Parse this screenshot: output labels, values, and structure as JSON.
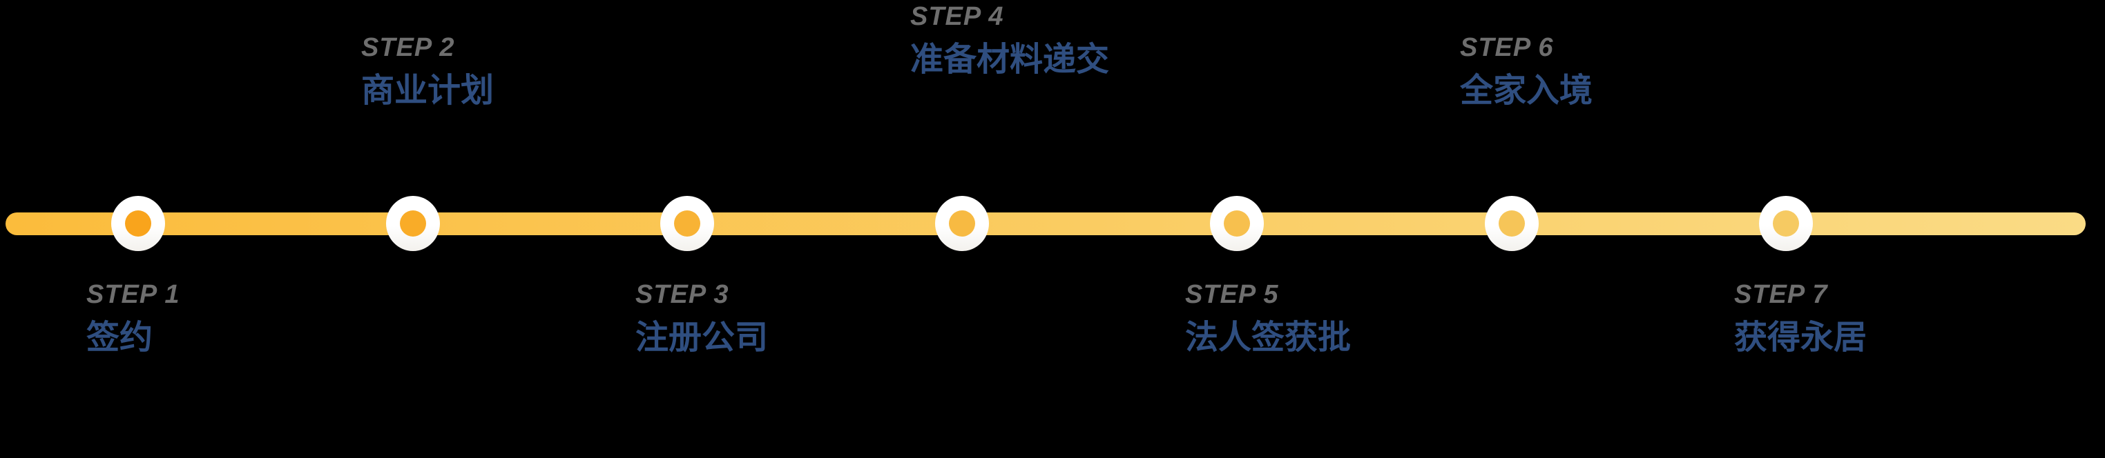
{
  "page": {
    "background_color": "#000000"
  },
  "timeline": {
    "bar": {
      "gradient_start_color": "#FBBC3C",
      "gradient_end_color": "#FADB85"
    },
    "node": {
      "ring_color": "#FFFFFF"
    },
    "label_color": "#6E6E6E",
    "title_color": "#2F4E80",
    "steps": [
      {
        "label": "STEP 1",
        "title": "签约",
        "side": "bottom",
        "dot_color": "#F9A41C"
      },
      {
        "label": "STEP 2",
        "title": "商业计划",
        "side": "top",
        "dot_color": "#F9AC28"
      },
      {
        "label": "STEP 3",
        "title": "注册公司",
        "side": "bottom",
        "dot_color": "#F8B335"
      },
      {
        "label": "STEP 4",
        "title": "准备材料递交",
        "side": "top-high",
        "dot_color": "#F7BA42"
      },
      {
        "label": "STEP 5",
        "title": "法人签获批",
        "side": "bottom",
        "dot_color": "#F7C04E"
      },
      {
        "label": "STEP 6",
        "title": "全家入境",
        "side": "top",
        "dot_color": "#F6C558"
      },
      {
        "label": "STEP 7",
        "title": "获得永居",
        "side": "bottom",
        "dot_color": "#F6CA62"
      }
    ]
  }
}
